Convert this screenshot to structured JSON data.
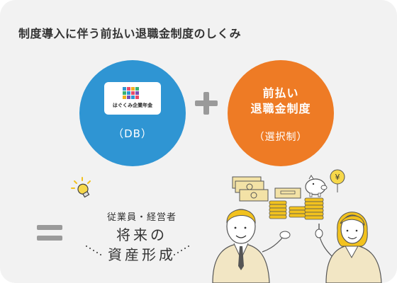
{
  "title": "制度導入に伴う前払い退職金制度のしくみ",
  "db_circle": {
    "logo_text": "はぐくみ企業年金",
    "label": "（DB）",
    "color": "#2f95d3"
  },
  "select_circle": {
    "line1": "前払い",
    "line2": "退職金制度",
    "paren": "（選択制）",
    "color": "#ee7b25"
  },
  "result": {
    "subject": "従業員・経営者",
    "line1": "将来の",
    "line2": "資産形成"
  },
  "icons": [
    "plus-icon",
    "equals-icon",
    "lightbulb-icon",
    "yen-coin-icon",
    "piggy-bank-icon",
    "banknote-icon"
  ]
}
